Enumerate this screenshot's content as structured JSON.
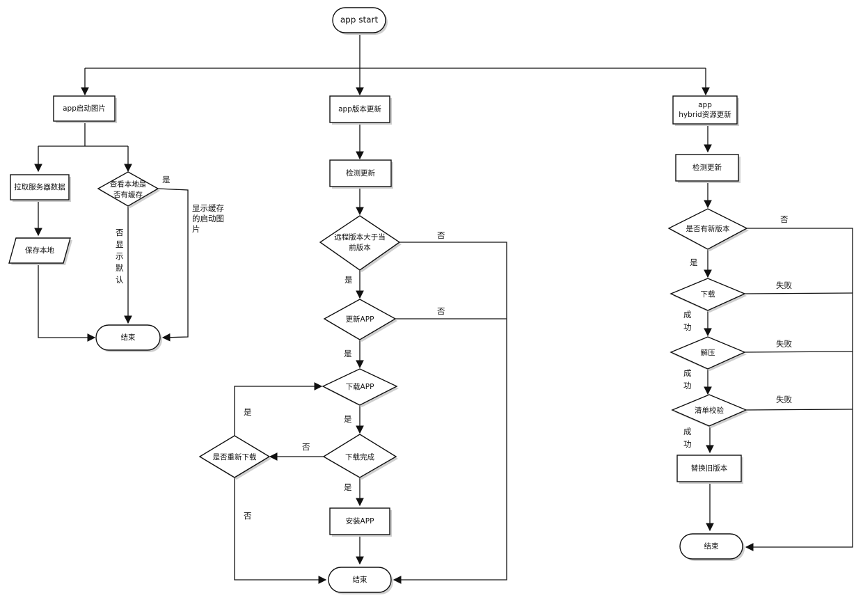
{
  "nodes": {
    "start": "app start",
    "splash": "app启动图片",
    "fetch_server": "拉取服务器数据",
    "save_local": "保存本地",
    "check_cache": [
      "查看本地是",
      "否有缓存"
    ],
    "end_left": "结束",
    "app_update": "app版本更新",
    "check_update_mid": "检测更新",
    "remote_newer": [
      "远程版本大于当",
      "前版本"
    ],
    "update_app": "更新APP",
    "download_app": "下载APP",
    "download_done": "下载完成",
    "redownload": "是否重新下载",
    "install_app": "安装APP",
    "end_mid": "结束",
    "hybrid_update": [
      "app",
      "hybrid资源更新"
    ],
    "check_update_right": "检测更新",
    "has_new": "是否有新版本",
    "download": "下载",
    "unzip": "解压",
    "verify": "清单校验",
    "replace_old": "替换旧版本",
    "end_right": "结束"
  },
  "edge_labels": {
    "cache_yes": "是",
    "cache_yes_action": [
      "显示缓存",
      "的启动图",
      "片"
    ],
    "cache_no_action": [
      "否",
      "显",
      "示",
      "默",
      "认"
    ],
    "remote_no": "否",
    "remote_yes": "是",
    "update_no": "否",
    "update_yes": "是",
    "download_yes": "是",
    "done_no": "否",
    "done_yes": "是",
    "redownload_yes": "是",
    "redownload_no": "否",
    "new_no": "否",
    "new_yes": "是",
    "download_fail": "失败",
    "download_ok": [
      "成",
      "功"
    ],
    "unzip_fail": "失败",
    "unzip_ok": [
      "成",
      "功"
    ],
    "verify_fail": "失败",
    "verify_ok": [
      "成",
      "功"
    ]
  }
}
